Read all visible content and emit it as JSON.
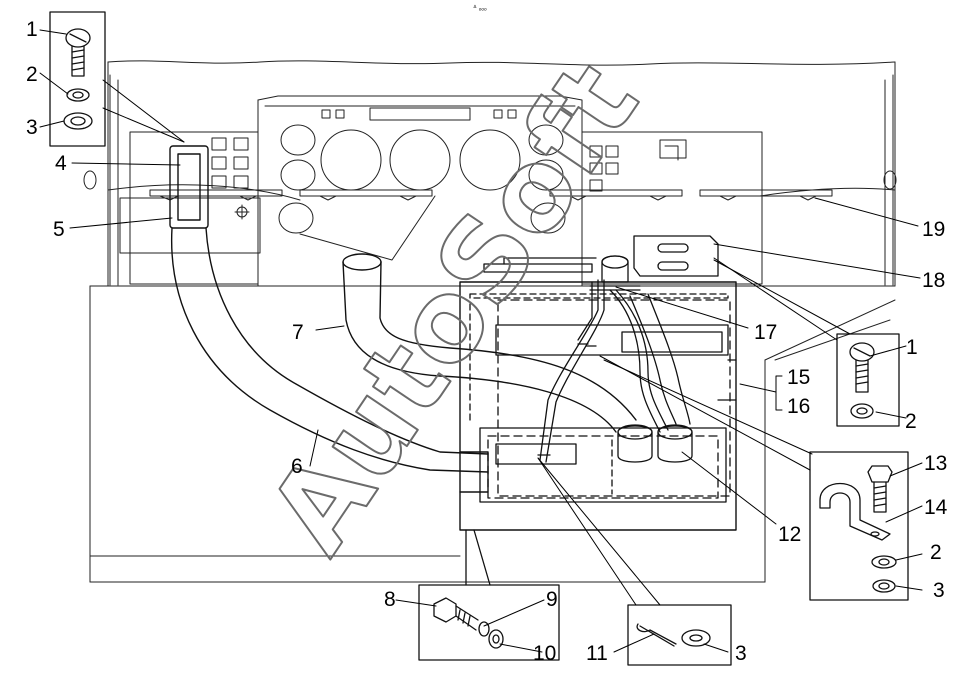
{
  "top_mark": "ᐞ ₒₒₒ",
  "watermark": "AutoSoft",
  "callouts": {
    "c1a": "1",
    "c2a": "2",
    "c3a": "3",
    "c4": "4",
    "c5": "5",
    "c6": "6",
    "c7": "7",
    "c8": "8",
    "c9": "9",
    "c10": "10",
    "c11": "11",
    "c3b": "3",
    "c12": "12",
    "c2b": "2",
    "c3c": "3",
    "c14": "14",
    "c13": "13",
    "c2c": "2",
    "c1b": "1",
    "c15": "15",
    "c16": "16",
    "c17": "17",
    "c18": "18",
    "c19": "19"
  }
}
